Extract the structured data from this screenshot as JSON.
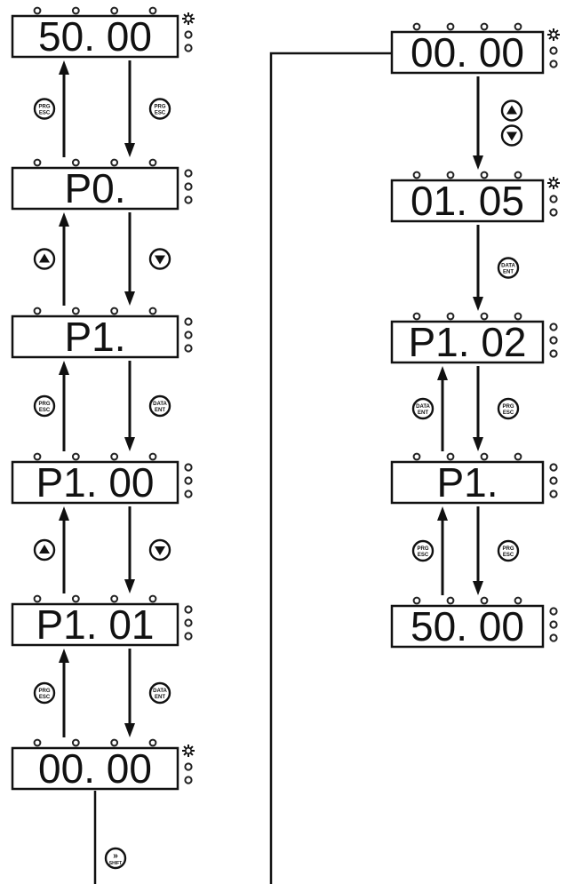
{
  "left_column": {
    "displays": [
      {
        "text": "50. 00",
        "indicator": "gear"
      },
      {
        "text": "P0.",
        "indicator": "none"
      },
      {
        "text": "P1.",
        "indicator": "none"
      },
      {
        "text": "P1. 00",
        "indicator": "none"
      },
      {
        "text": "P1. 01",
        "indicator": "none"
      },
      {
        "text": "00. 00",
        "indicator": "gear"
      }
    ],
    "transitions": [
      {
        "up": "prg-esc",
        "down": "prg-esc"
      },
      {
        "up": "up-arrow",
        "down": "down-arrow"
      },
      {
        "up": "prg-esc",
        "down": "data-ent"
      },
      {
        "up": "up-arrow",
        "down": "down-arrow"
      },
      {
        "up": "prg-esc",
        "down": "data-ent"
      }
    ],
    "exit_key": "shift"
  },
  "right_column": {
    "displays": [
      {
        "text": "00. 00",
        "indicator": "gear"
      },
      {
        "text": "01. 05",
        "indicator": "gear"
      },
      {
        "text": "P1. 02",
        "indicator": "none"
      },
      {
        "text": "P1.",
        "indicator": "none"
      },
      {
        "text": "50. 00",
        "indicator": "none"
      }
    ],
    "transitions": [
      {
        "up": "",
        "down": "up-down-arrows"
      },
      {
        "up": "",
        "down": "data-ent"
      },
      {
        "up": "data-ent",
        "down": "prg-esc"
      },
      {
        "up": "prg-esc",
        "down": "prg-esc"
      }
    ]
  },
  "keys": {
    "prg_esc": [
      "PRG",
      "ESC"
    ],
    "data_ent": [
      "DATA",
      "ENT"
    ],
    "shift": [
      "»",
      "SHIFT"
    ]
  }
}
